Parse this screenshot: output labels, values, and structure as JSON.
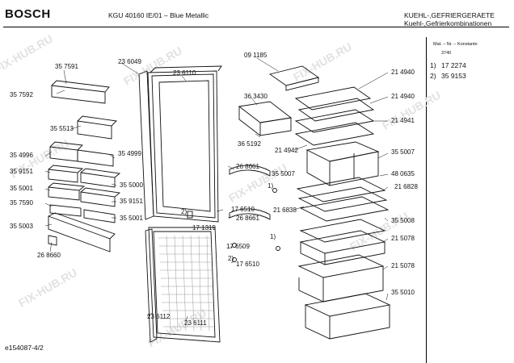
{
  "header": {
    "brand": "BOSCH",
    "model": "KGU 40160 IE/01 – Blue Metallic",
    "category_line1": "KUEHL-,GEFRIERGERAETE",
    "category_line2": "Kuehl-,Gefrierkombinationen"
  },
  "side_panel": {
    "title": "Mat. – Nr. – Konstante",
    "value": "3740",
    "alternatives": [
      {
        "marker": "1)",
        "part": "17 2274"
      },
      {
        "marker": "2)",
        "part": "35 9153"
      }
    ]
  },
  "footer": {
    "code": "e154087-4/2"
  },
  "watermark": "FIX-HUB.RU",
  "parts": [
    "35 7591",
    "35 7592",
    "35 5513",
    "35 4996",
    "35 9151",
    "35 5001",
    "35 7590",
    "35 5003",
    "26 8660",
    "23 6049",
    "23 6110",
    "35 4999",
    "35 5000",
    "35 9151",
    "35 5001",
    "23 6111",
    "23 6112",
    "09 1185",
    "36 3430",
    "36 5192",
    "26 8661",
    "26 8661",
    "35 5007",
    "17 6510",
    "17 6510",
    "17 1319",
    "17 6509",
    "21 4940",
    "21 4940",
    "21 4941",
    "21 4942",
    "35 5007",
    "48 0635",
    "21 6828",
    "21 6838",
    "35 5008",
    "21 5078",
    "21 5078",
    "35 5010"
  ],
  "callouts": [
    "1)",
    "2)",
    "1)",
    "2)"
  ]
}
